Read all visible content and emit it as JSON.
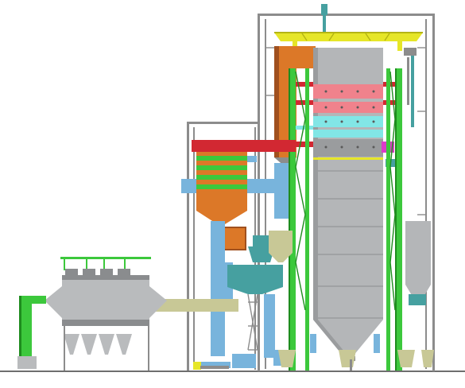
{
  "diagram": {
    "subject": "boiler-plant-side-elevation",
    "colors": {
      "background": "#ffffff",
      "steel_frame": "#8c8c8c",
      "steel_frame_dark": "#5a5a5a",
      "furnace_body": "#b4b6b8",
      "furnace_shadow": "#9a9c9e",
      "green_columns": "#3cc83c",
      "green_dark": "#1e8c1e",
      "yellow_beams": "#e6e628",
      "yellow_dark": "#b4b414",
      "orange_ducts": "#dc7828",
      "orange_dark": "#a0501e",
      "red_headers": "#d22832",
      "red_light": "#f0828c",
      "cyan_bands": "#82e6e6",
      "magenta_parts": "#dc3cc8",
      "light_blue_ducts": "#78b4dc",
      "teal_parts": "#46a0a0",
      "tan_duct": "#c8c896",
      "bag_filter": "#b9bbbd",
      "bag_filter_dark": "#8a8c8e",
      "ground": "#6e6e6e"
    },
    "components": [
      "steel-structure-frame",
      "furnace-drum-top-beam",
      "furnace",
      "superheater-bands",
      "economizer-module",
      "air-preheater-duct",
      "cyclone-separator",
      "bag-filter-dust-collector",
      "induced-draft-fan-duct",
      "exhaust-fan",
      "foundation-supports",
      "ash-hopper",
      "flue-duct",
      "side-silo"
    ]
  }
}
